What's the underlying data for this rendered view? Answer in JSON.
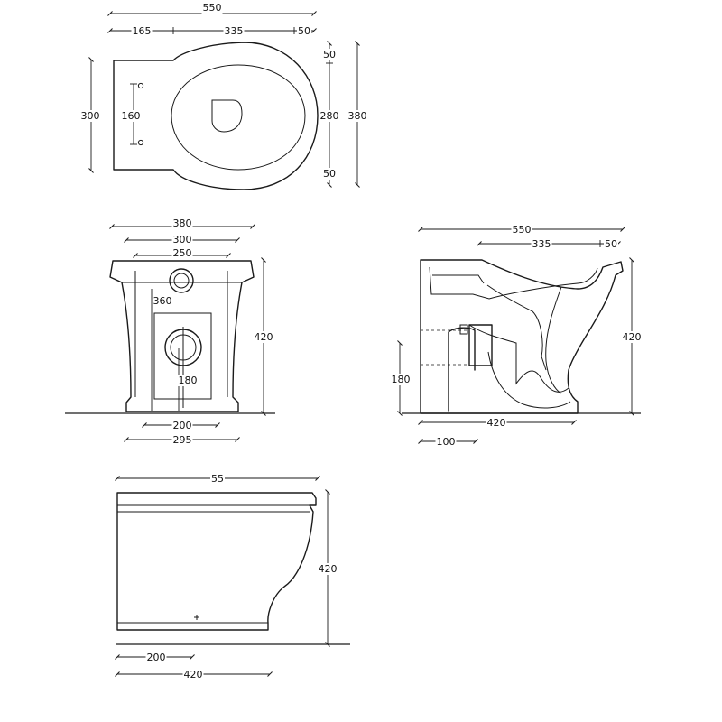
{
  "colors": {
    "line": "#1a1a1a",
    "background": "#ffffff"
  },
  "top_view": {
    "overall_width": "550",
    "seg_rear": "165",
    "seg_bowl": "335",
    "seg_front": "50",
    "depth_left": "300",
    "fixing_holes": "160",
    "bowl_inner": "280",
    "total_right": "380",
    "margin_top": "50",
    "margin_bottom": "50"
  },
  "rear_view": {
    "width_top": "380",
    "width_mid": "300",
    "width_inner": "250",
    "inlet_height": "360",
    "height": "420",
    "outlet_height": "180",
    "base_inner": "200",
    "base_outer": "295"
  },
  "section_view": {
    "overall_length": "550",
    "bowl_length": "335",
    "front_rim": "50",
    "height": "420",
    "outlet_height": "180",
    "base_length": "420",
    "outlet_offset": "100"
  },
  "side_view": {
    "length_top": "55",
    "height": "420",
    "base_offset": "200",
    "base_length": "420"
  }
}
